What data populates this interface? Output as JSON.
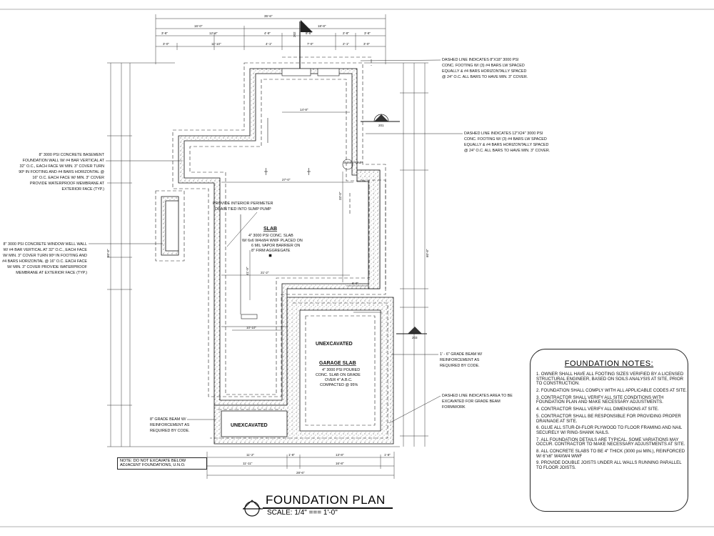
{
  "drawing": {
    "title": "FOUNDATION PLAN",
    "scale": "SCALE: 1/4\" === 1'-0\"",
    "excavate_note": "NOTE:  DO NOT EXCAVATE BELOW ADJACENT FOUNDATIONS, U.N.O."
  },
  "section_markers": {
    "top": "202",
    "right_upper": "201",
    "right_lower": "203"
  },
  "rooms": {
    "slab_title": "SLAB",
    "slab_lines": [
      "4\" 3000 PSI CONC. SLAB",
      "W/ 6x6 W4xW4 WWF PLACED ON",
      "6 MIL VAPOR BARRIER ON",
      "8\" FIRM AGGREGATE"
    ],
    "unexcavated_right": "UNEXCAVATED",
    "unexcavated_left": "UNEXCAVATED",
    "garage_title": "GARAGE SLAB",
    "garage_lines": [
      "4\" 3000 PSI POURED",
      "CONC. SLAB ON GRADE",
      "OVER 4\" A.B.C.",
      "COMPACTED @ 95%"
    ],
    "drain_lines": [
      "PROVIDE INTERIOR PERIMETER",
      "DRAIN TIED INTO SUMP PUMP"
    ],
    "sump_label": "SUMP PUMP"
  },
  "callouts": {
    "footing_8x18": [
      "DASHED LINE INDICATES 8\"X18\" 3000 PSI",
      "CONC. FOOTING W/ (3) #4 BARS LW SPACED",
      "EQUALLY & #4 BARS HORIZONTALLY SPACED",
      "@ 24\" O.C. ALL BARS TO HAVE MIN. 3\" COVER."
    ],
    "footing_12x24": [
      "DASHED LINE INDICATES 12\"X24\" 3000 PSI",
      "CONC. FOOTING W/ (3) #4 BARS LW SPACED",
      "EQUALLY & #4 BARS HORIZONTALLY SPACED",
      "@ 24\" O.C. ALL BARS TO HAVE MIN. 3\" COVER."
    ],
    "basement_wall": [
      "8\" 3000 PSI CONCRETE BASEMENT",
      "FOUNDATION WALL W/ #4 BAR VERTICAL AT",
      "32\" O.C., EACH FACE  W/ MIN. 3\" COVER TURN",
      "90º IN FOOTING AND #4 BARS HORIZONTAL @",
      "16\" O.C.  EACH FACE  W/ MIN. 3\" COVER",
      "PROVIDE WATERPROOF MEMBRANE AT",
      "EXTERIOR FACE (TYP.)"
    ],
    "window_well": [
      "8\" 3000 PSI CONCRETE WINDOW WELL WALL",
      "W/ #4 BAR VERTICAL AT 32\" O.C., EACH FACE",
      "W/ MIN. 3\" COVER TURN 90º IN FOOTING AND",
      "#4 BARS HORIZONTAL @ 16\" O.C.  EACH FACE",
      "W/ MIN. 3\" COVER PROVIDE WATERPROOF",
      "MEMBRANE AT EXTERIOR FACE (TYP.)"
    ],
    "grade_beam_1_6": [
      "1' - 6\" GRADE BEAM W/",
      "REINFORCEMENT AS",
      "REQUIRED BY CODE."
    ],
    "grade_beam_area": [
      "DASHED LINE INDICATES AREA TO BE",
      "EXCAVATED FOR GRADE BEAM",
      "FORMWORK"
    ],
    "grade_beam_8": [
      "8\" GRADE BEAM W/",
      "REINFORCEMENT AS",
      "REQUIRED BY CODE."
    ]
  },
  "dimensions": {
    "top_total": "35'-6\"",
    "top_row1": [
      "16'-0\"",
      "18'-8\""
    ],
    "top_row2": [
      "3'-8\"",
      "12'-8\"",
      "4'-9\"",
      "8'-8\"",
      "2'-8\"",
      "3'-8\""
    ],
    "top_row3": [
      "3'-0\"",
      "11'-10\"",
      "4'-1\"",
      "7'-0\"",
      "2'-1\"",
      "3'-0\""
    ],
    "bottom_row1": [
      "11'-2\"",
      "1'-8\"",
      "13'-8\"",
      "1'-8\""
    ],
    "bottom_row2": [
      "11'-11\"",
      "16'-8\""
    ],
    "bottom_total": "28'-6\"",
    "left_total": "60'-8\"",
    "right_total": "60'-8\"",
    "interior": [
      "14'-8\"",
      "27'-0\"",
      "21'-2\"",
      "10'-10\"",
      "33'-0\"",
      "41'-9\"",
      "6'-0\""
    ]
  },
  "foundation_notes": {
    "title": "FOUNDATION NOTES:",
    "items": [
      "1.  OWNER SHALL HAVE ALL FOOTING SIZES VERIFIED  BY A LICENSED STRUCTURAL ENGINEER, BASED ON SOILS ANALYSIS AT SITE, PRIOR TO CONSTRUCTION.",
      "2.  FOUNDATION SHALL COMPLY WITH ALL APPLICABLE CODES AT SITE.",
      "3.  CONTRACTOR SHALL VERIFY ALL SITE CONDITIONS WITH FOUNDATION PLAN AND MAKE NECESSARY ADJUSTMENTS.",
      "4.  CONTRACTOR SHALL VERIFY ALL DIMENSIONS AT SITE.",
      "5.  CONTRACTOR SHALL BE RESPONSIBLE FOR PROVIDING PROPER DRAINAGE AT SITE.",
      "6.  GLUE ALL STUR-DI-FLOR PLYWOOD TO FLOOR FRAMING AND NAIL SECURELY W/ RING-SHANK NAILS.",
      "7.  ALL FOUNDATION DETAILS ARE TYPICAL. SOME VARIATIONS MAY OCCUR.  CONTRACTOR TO MAKE NECESSARY ADJUSTMENTS AT SITE.",
      "8.  ALL CONCRETE SLABS TO BE 4\" THICK (3000 psi MIN.), REINFORCED W/ 6\"x6\" W4XW4 WWF",
      "9.  PROVIDE DOUBLE JOISTS UNDER ALL WALLS RUNNING PARALLEL TO FLOOR JOISTS."
    ]
  }
}
